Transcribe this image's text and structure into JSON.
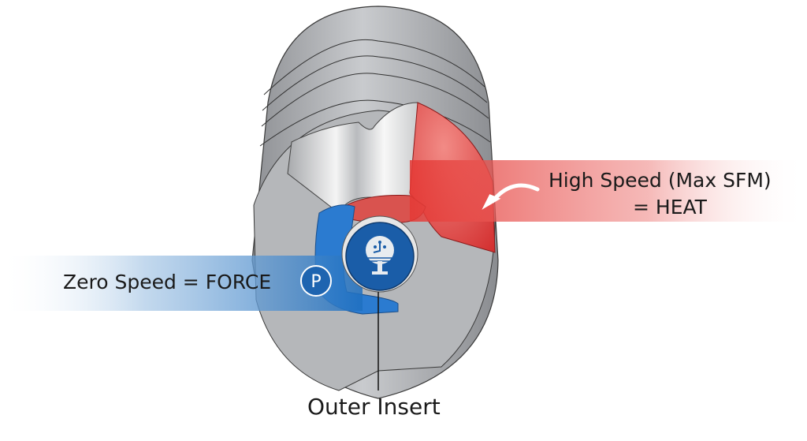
{
  "diagram": {
    "title": "Drill tip cutting speed zones",
    "labels": {
      "high_speed_line1": "High Speed (Max SFM)",
      "high_speed_line2": "= HEAT",
      "zero_speed": "Zero Speed = FORCE",
      "outer_insert": "Outer Insert"
    },
    "icons": {
      "center_badge": "center-insert-icon",
      "zero_badge": "p-pin-icon",
      "heat_arrow": "curved-arrow-icon"
    },
    "colors": {
      "heat_red": "#e53935",
      "force_blue": "#1e6fc0",
      "center_blue": "#1a5da8",
      "steel_gray": "#a9abae",
      "text": "#1a1a1a"
    }
  }
}
